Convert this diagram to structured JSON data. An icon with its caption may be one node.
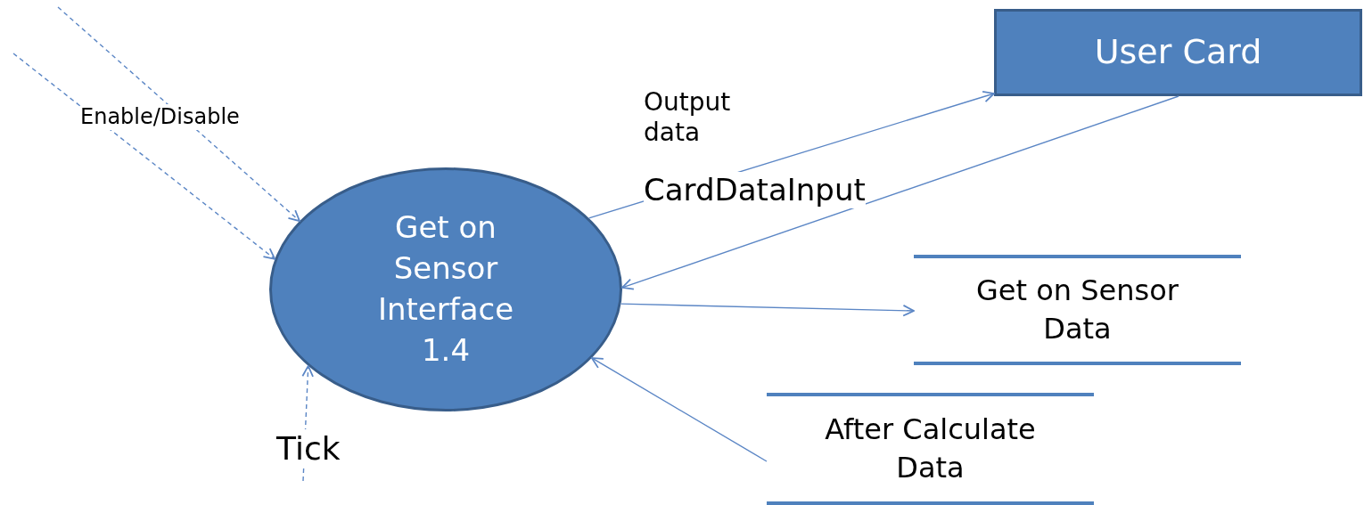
{
  "diagram": {
    "nodes": [
      {
        "text": [
          "Get on Sensor Interface 1.4"
        ]
      },
      {
        "text": [
          "User Card"
        ]
      },
      {
        "text": [
          "Get on Sensor Data"
        ]
      },
      {
        "text": [
          "After Calculate Data"
        ]
      }
    ],
    "edges": [
      {
        "from": 0,
        "to": 1,
        "arrow": "to",
        "label": "Output data"
      },
      {
        "from": 1,
        "to": 0,
        "arrow": "to",
        "label": "CardDataInput"
      },
      {
        "from": 0,
        "to": 2,
        "arrow": "to"
      },
      {
        "from": 3,
        "to": 0,
        "arrow": "to"
      },
      {
        "from": null,
        "to": 0,
        "arrow": "to",
        "style": "dashed",
        "label": "Enable/Disable"
      },
      {
        "from": null,
        "to": 0,
        "arrow": "to",
        "style": "dashed"
      },
      {
        "from": null,
        "to": 0,
        "arrow": "to",
        "style": "dashed",
        "label": "Tick"
      }
    ]
  }
}
